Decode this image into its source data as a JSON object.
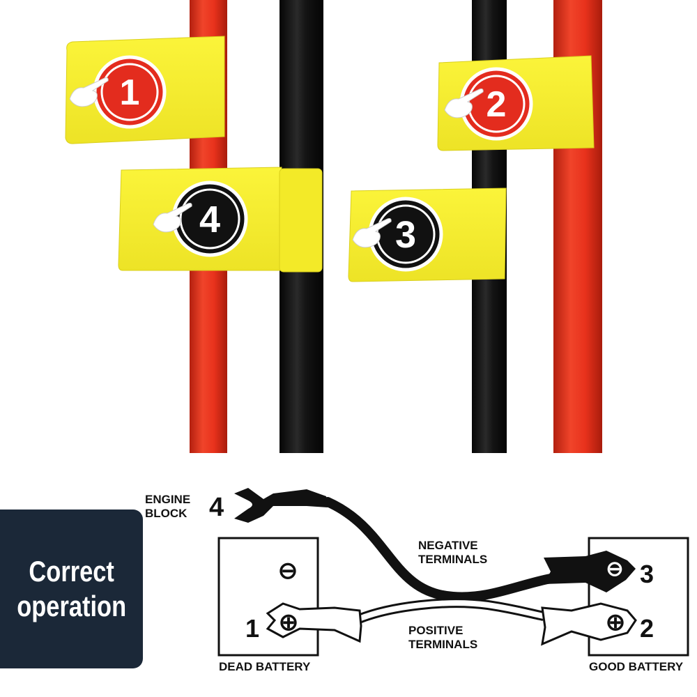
{
  "photo": {
    "tags": [
      {
        "number": "1",
        "disc_color": "#e32c1e"
      },
      {
        "number": "2",
        "disc_color": "#e32c1e"
      },
      {
        "number": "3",
        "disc_color": "#111111"
      },
      {
        "number": "4",
        "disc_color": "#111111"
      }
    ],
    "colors": {
      "red_cable": "#e8321c",
      "black_cable": "#141414",
      "tag_yellow": "#f6ee2a"
    }
  },
  "diagram": {
    "engine_block_label": "ENGINE\nBLOCK",
    "negative_terminals_label": "NEGATIVE\nTERMINALS",
    "positive_terminals_label": "POSITIVE\nTERMINALS",
    "dead_battery_label": "DEAD BATTERY",
    "good_battery_label": "GOOD BATTERY",
    "step_1": "1",
    "step_2": "2",
    "step_3": "3",
    "step_4": "4",
    "minus_symbol": "⊖",
    "plus_symbol": "⊕"
  },
  "badge": {
    "text": "Correct\noperation",
    "background": "#1b2838"
  }
}
